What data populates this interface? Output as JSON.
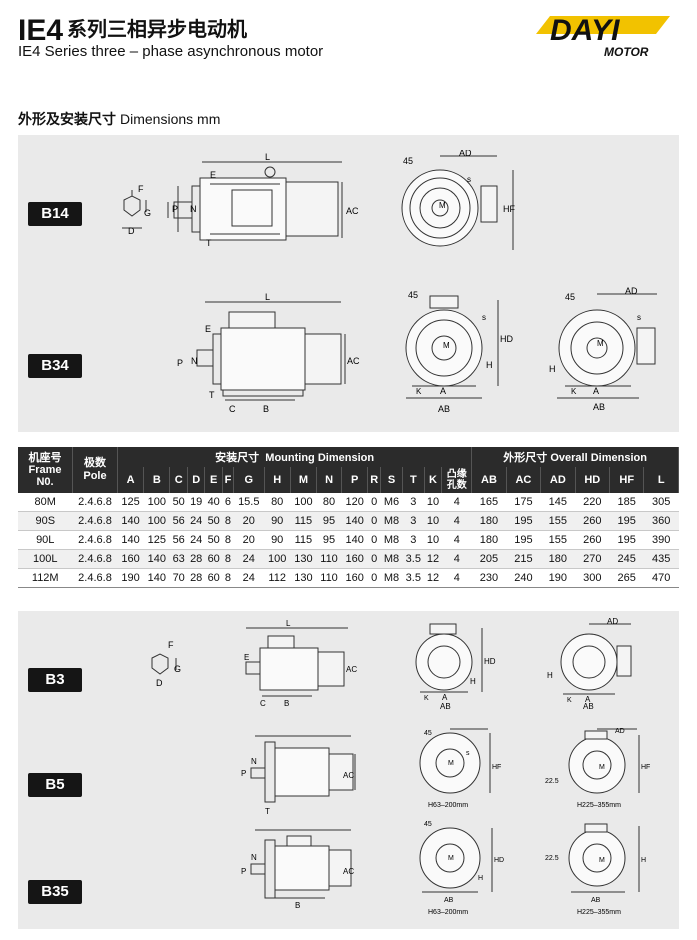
{
  "header": {
    "model": "IE4",
    "title_cn": "系列三相异步电动机",
    "title_en": "IE4 Series three – phase asynchronous motor",
    "brand": "DAYI",
    "brand_sub": "MOTOR"
  },
  "section": {
    "title_cn": "外形及安装尺寸",
    "title_en": "Dimensions   mm"
  },
  "mount_labels": {
    "b14": "B14",
    "b34": "B34",
    "b3": "B3",
    "b5": "B5",
    "b35": "B35"
  },
  "drawing_labels": {
    "L": "L",
    "E": "E",
    "F": "F",
    "G": "G",
    "D": "D",
    "P": "P",
    "N": "N",
    "T": "T",
    "AC": "AC",
    "AD": "AD",
    "HF": "HF",
    "HD": "HD",
    "H": "H",
    "K": "K",
    "A": "A",
    "AB": "AB",
    "B": "B",
    "C": "C",
    "S": "s",
    "M": "M",
    "deg45": "45",
    "h63": "H63–200mm",
    "h225": "H225–355mm",
    "v22": "22.5"
  },
  "table": {
    "frame_cn": "机座号",
    "frame_en": "Frame",
    "frame_no": "N0.",
    "pole_cn": "极数",
    "pole_en": "Pole",
    "mount_cn": "安装尺寸",
    "mount_en": "Mounting Dimension",
    "overall_cn": "外形尺寸",
    "overall_en": "Overall Dimension",
    "boss_cn1": "凸缘",
    "boss_cn2": "孔数",
    "mount_cols": [
      "A",
      "B",
      "C",
      "D",
      "E",
      "F",
      "G",
      "H",
      "M",
      "N",
      "P",
      "R",
      "S",
      "T",
      "K"
    ],
    "overall_cols": [
      "AB",
      "AC",
      "AD",
      "HD",
      "HF",
      "L"
    ],
    "rows": [
      {
        "frame": "80M",
        "pole": "2.4.6.8",
        "v": [
          "125",
          "100",
          "50",
          "19",
          "40",
          "6",
          "15.5",
          "80",
          "100",
          "80",
          "120",
          "0",
          "M6",
          "3",
          "10",
          "4"
        ],
        "o": [
          "165",
          "175",
          "145",
          "220",
          "185",
          "305"
        ]
      },
      {
        "frame": "90S",
        "pole": "2.4.6.8",
        "v": [
          "140",
          "100",
          "56",
          "24",
          "50",
          "8",
          "20",
          "90",
          "115",
          "95",
          "140",
          "0",
          "M8",
          "3",
          "10",
          "4"
        ],
        "o": [
          "180",
          "195",
          "155",
          "260",
          "195",
          "360"
        ]
      },
      {
        "frame": "90L",
        "pole": "2.4.6.8",
        "v": [
          "140",
          "125",
          "56",
          "24",
          "50",
          "8",
          "20",
          "90",
          "115",
          "95",
          "140",
          "0",
          "M8",
          "3",
          "10",
          "4"
        ],
        "o": [
          "180",
          "195",
          "155",
          "260",
          "195",
          "390"
        ]
      },
      {
        "frame": "100L",
        "pole": "2.4.6.8",
        "v": [
          "160",
          "140",
          "63",
          "28",
          "60",
          "8",
          "24",
          "100",
          "130",
          "110",
          "160",
          "0",
          "M8",
          "3.5",
          "12",
          "4"
        ],
        "o": [
          "205",
          "215",
          "180",
          "270",
          "245",
          "435"
        ]
      },
      {
        "frame": "112M",
        "pole": "2.4.6.8",
        "v": [
          "190",
          "140",
          "70",
          "28",
          "60",
          "8",
          "24",
          "112",
          "130",
          "110",
          "160",
          "0",
          "M8",
          "3.5",
          "12",
          "4"
        ],
        "o": [
          "230",
          "240",
          "190",
          "300",
          "265",
          "470"
        ]
      }
    ]
  }
}
